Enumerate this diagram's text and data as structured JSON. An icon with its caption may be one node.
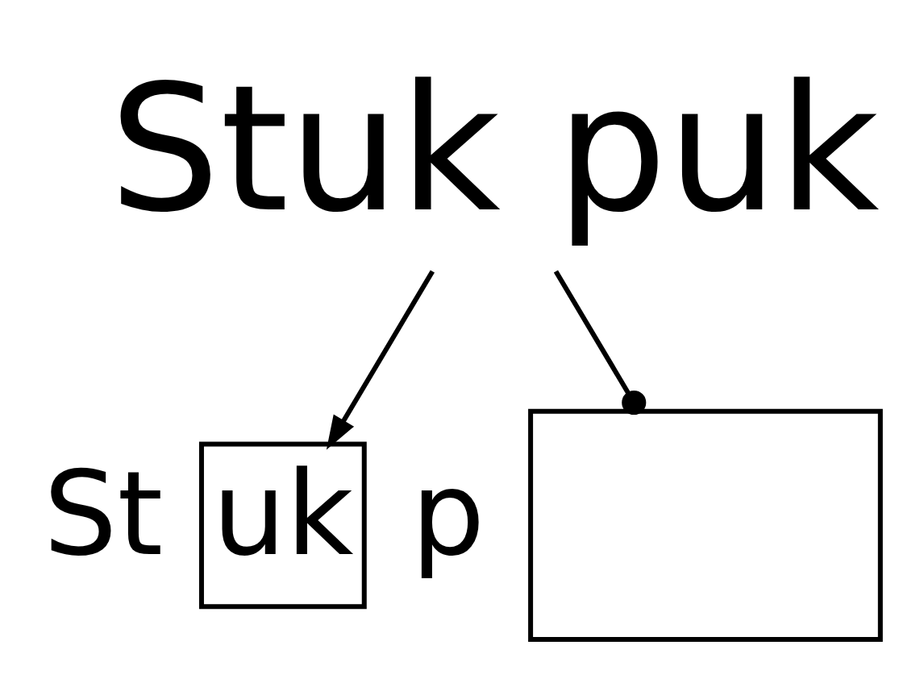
{
  "diagram": {
    "nodes": [
      {
        "text": [
          "Stuk puk"
        ]
      },
      {
        "text": [
          "uk"
        ]
      },
      {
        "text": [],
        "shape": "box"
      }
    ],
    "edges": [
      {
        "from": 0,
        "to": 1,
        "arrow": "to"
      },
      {
        "from": 0,
        "to": 2,
        "arrow": "other"
      }
    ],
    "labels": [
      "St",
      "p"
    ]
  }
}
